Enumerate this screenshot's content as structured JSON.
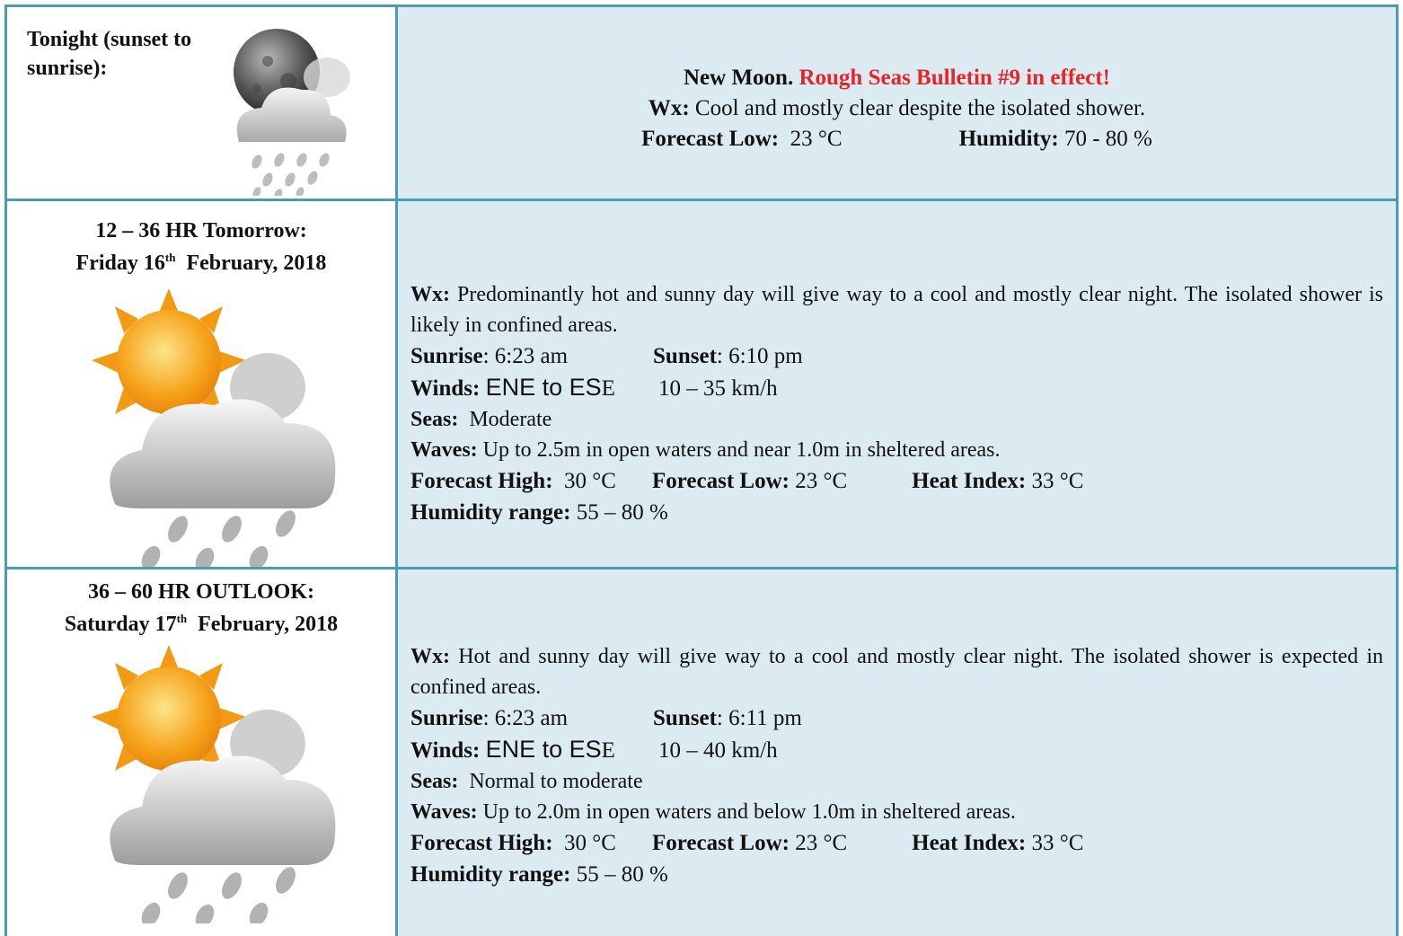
{
  "tonight": {
    "label": "Tonight (sunset to sunrise):",
    "icon": "moon-cloud-rain-icon",
    "moon": "New Moon.",
    "bulletin": "Rough Seas Bulletin #9 in effect!",
    "wx_label": "Wx:",
    "wx": "Cool and mostly clear despite the isolated shower.",
    "low_label": "Forecast  Low:",
    "low": "23 °C",
    "humidity_label": "Humidity:",
    "humidity": "70 - 80 %"
  },
  "day1": {
    "header_line1": "12 – 36 HR Tomorrow:",
    "header_day": "Friday 16",
    "header_sup": "th",
    "header_rest": "February, 2018",
    "icon": "sun-cloud-rain-icon",
    "wx_label": "Wx:",
    "wx": "Predominantly hot and sunny day will give way to a cool and mostly clear night. The isolated shower is likely in confined areas.",
    "sunrise_label": "Sunrise",
    "sunrise": ": 6:23 am",
    "sunset_label": "Sunset",
    "sunset": ":  6:10 pm",
    "winds_label": "Winds:",
    "winds_dir_a": "ENE to ES",
    "winds_dir_b": "E",
    "winds_speed": "10 – 35 km/h",
    "seas_label": "Seas:",
    "seas": "Moderate",
    "waves_label": "Waves:",
    "waves": "Up to 2.5m in open waters and near 1.0m in sheltered areas.",
    "high_label": "Forecast High:",
    "high": "30 °C",
    "low_label": "Forecast Low:",
    "low": "23 °C",
    "heat_label": "Heat Index:",
    "heat": "33 °C",
    "hum_label": "Humidity range:",
    "hum": "55 – 80 %"
  },
  "day2": {
    "header_line1": "36 – 60 HR OUTLOOK:",
    "header_day": "Saturday 17",
    "header_sup": "th",
    "header_rest": "February, 2018",
    "icon": "sun-cloud-rain-icon",
    "wx_label": "Wx:",
    "wx": "Hot and sunny day will give way to a cool and mostly clear night. The isolated shower is expected in confined areas.",
    "sunrise_label": "Sunrise",
    "sunrise": ": 6:23 am",
    "sunset_label": "Sunset",
    "sunset": ":  6:11 pm",
    "winds_label": "Winds:",
    "winds_dir_a": "ENE to ES",
    "winds_dir_b": "E",
    "winds_speed": "10 – 40 km/h",
    "seas_label": "Seas:",
    "seas": "Normal to moderate",
    "waves_label": "Waves:",
    "waves": "Up to 2.0m in open waters and below 1.0m in sheltered areas.",
    "high_label": "Forecast High:",
    "high": "30 °C",
    "low_label": "Forecast Low:",
    "low": "23 °C",
    "heat_label": "Heat Index:",
    "heat": "33 °C",
    "hum_label": "Humidity range:",
    "hum": "55 – 80 %"
  },
  "colors": {
    "border": "#4a9cb0",
    "panel": "#dcebf2",
    "alert": "#e8242a",
    "sun": "#f6a21a"
  }
}
